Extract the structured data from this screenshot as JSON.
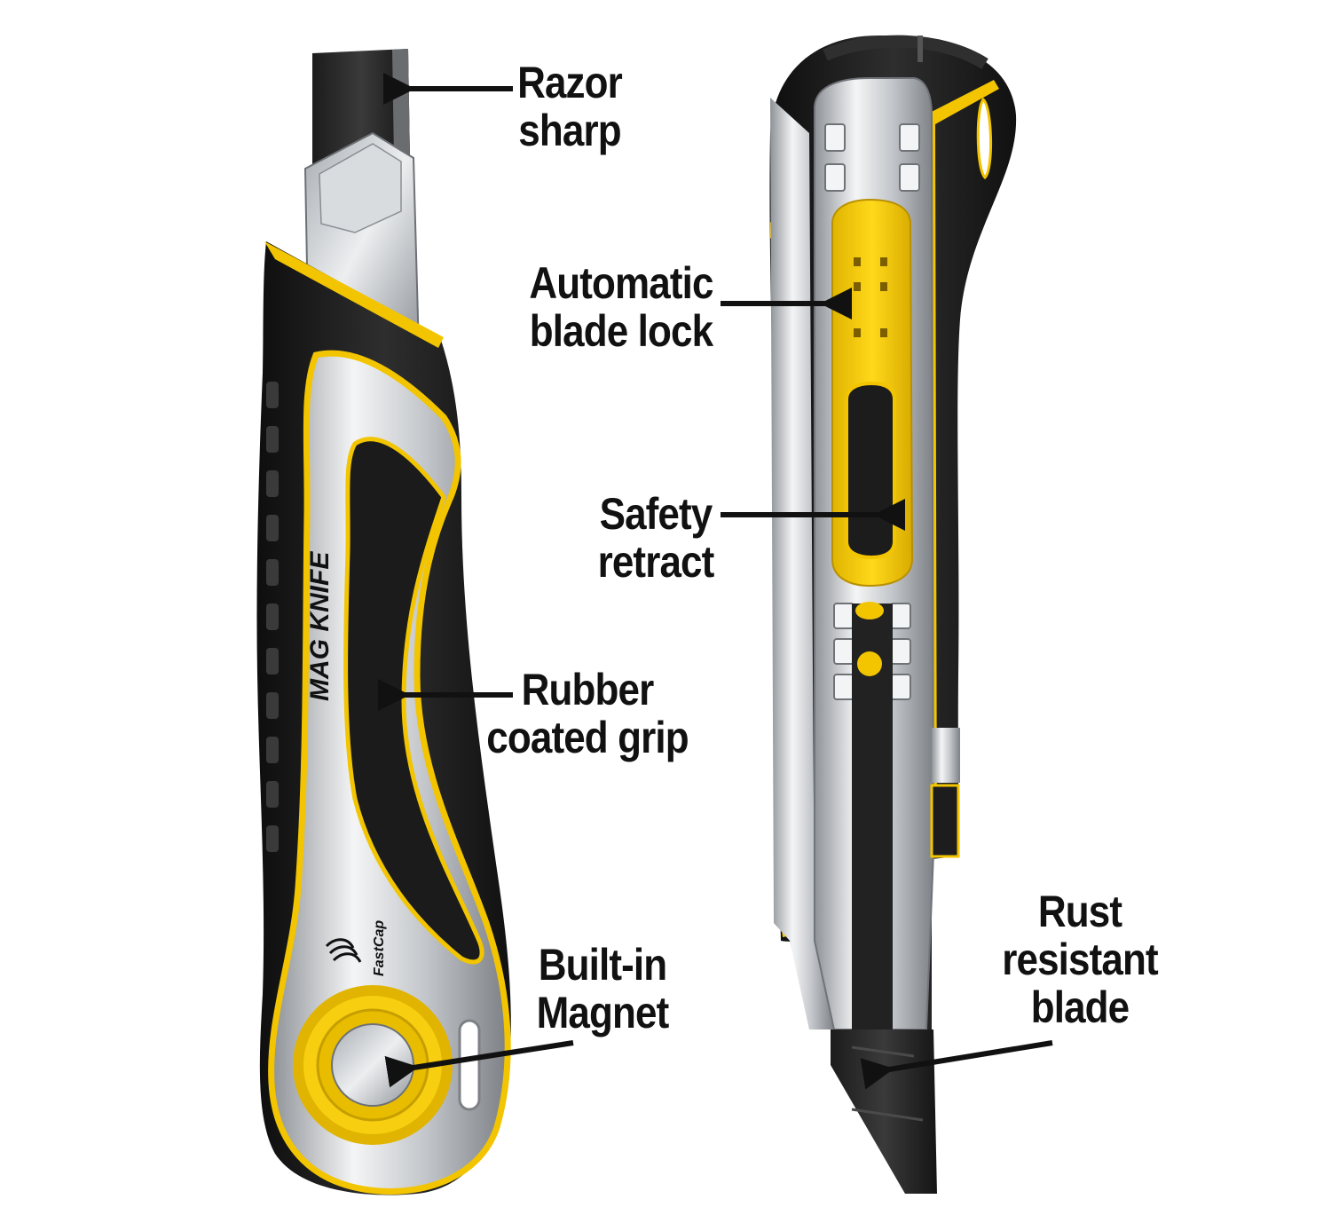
{
  "brand": {
    "product_name": "MAG KNIFE",
    "logo_text": "FastCap"
  },
  "callouts": [
    {
      "id": "razor",
      "lines": [
        "Razor",
        "sharp"
      ]
    },
    {
      "id": "blade-lock",
      "lines": [
        "Automatic",
        "blade lock"
      ]
    },
    {
      "id": "safety",
      "lines": [
        "Safety",
        "retract"
      ]
    },
    {
      "id": "grip",
      "lines": [
        "Rubber",
        "coated grip"
      ]
    },
    {
      "id": "magnet",
      "lines": [
        "Built-in",
        "Magnet"
      ]
    },
    {
      "id": "rust",
      "lines": [
        "Rust",
        "resistant",
        "blade"
      ]
    }
  ],
  "colors": {
    "accent_yellow": "#f2c500",
    "rubber_black": "#1d1d1d",
    "steel": "#c9ccd0",
    "blade": "#2b2b2b",
    "label_text": "#111111"
  }
}
